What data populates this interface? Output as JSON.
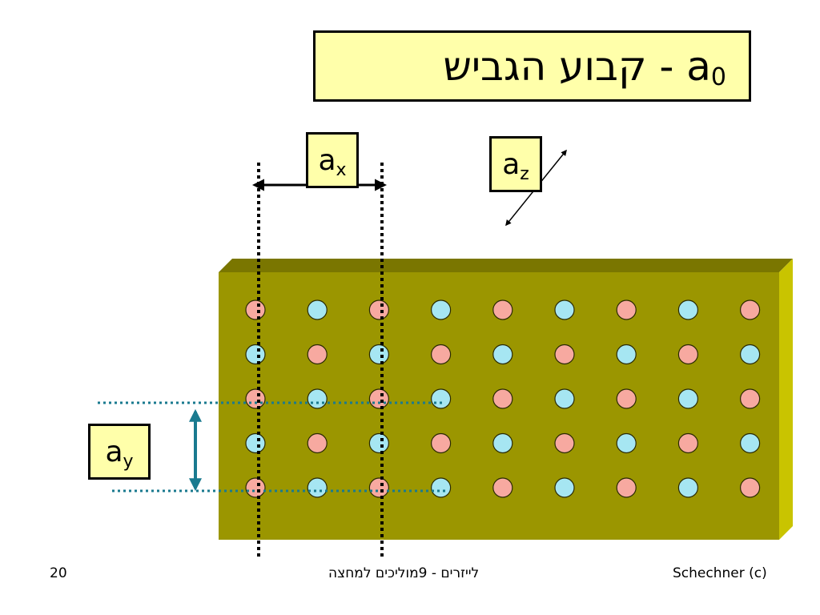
{
  "title": {
    "text": "קבוע הגביש - a",
    "subscript": "0"
  },
  "labels": {
    "ax": {
      "base": "a",
      "sub": "x"
    },
    "az": {
      "base": "a",
      "sub": "z"
    },
    "ay": {
      "base": "a",
      "sub": "y"
    }
  },
  "colors": {
    "crystal_front": "#9b9600",
    "crystal_top": "#7a7600",
    "crystal_side": "#c9c400",
    "atom_pink": "#f7a9a0",
    "atom_blue": "#a6e6f2",
    "label_fill": "#ffffaa",
    "ay_marker": "#1a7a8f"
  },
  "lattice": {
    "rows": 5,
    "cols": 9,
    "pattern": [
      [
        "pink",
        "blue",
        "pink",
        "blue",
        "pink",
        "blue",
        "pink",
        "blue",
        "pink"
      ],
      [
        "blue",
        "pink",
        "blue",
        "pink",
        "blue",
        "pink",
        "blue",
        "pink",
        "blue"
      ],
      [
        "pink",
        "blue",
        "pink",
        "blue",
        "pink",
        "blue",
        "pink",
        "blue",
        "pink"
      ],
      [
        "blue",
        "pink",
        "blue",
        "pink",
        "blue",
        "pink",
        "blue",
        "pink",
        "blue"
      ],
      [
        "pink",
        "blue",
        "pink",
        "blue",
        "pink",
        "blue",
        "pink",
        "blue",
        "pink"
      ]
    ]
  },
  "footer": {
    "page_number": "20",
    "course": "לייזרים  - 9מוליכים למחצה",
    "copyright": "Schechner (c)"
  }
}
